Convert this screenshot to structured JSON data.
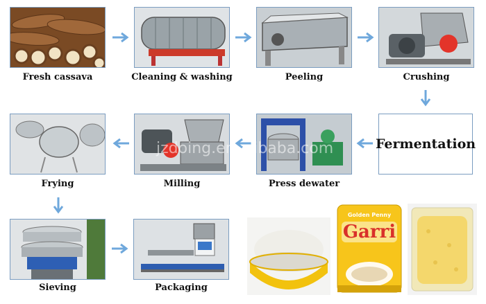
{
  "steps": {
    "fresh_cassava": "Fresh cassava",
    "cleaning": "Cleaning & washing",
    "peeling": "Peeling",
    "crushing": "Crushing",
    "fermentation": "Fermentation",
    "press": "Press dewater",
    "milling": "Milling",
    "frying": "Frying",
    "sieving": "Sieving",
    "packaging": "Packaging"
  },
  "watermark": "jzdoing.en.alibaba.com",
  "product": {
    "brand_top": "Golden Penny",
    "brand_main": "Garri"
  },
  "colors": {
    "arrow": "#6fa8dc",
    "border": "#7a9cc0"
  }
}
